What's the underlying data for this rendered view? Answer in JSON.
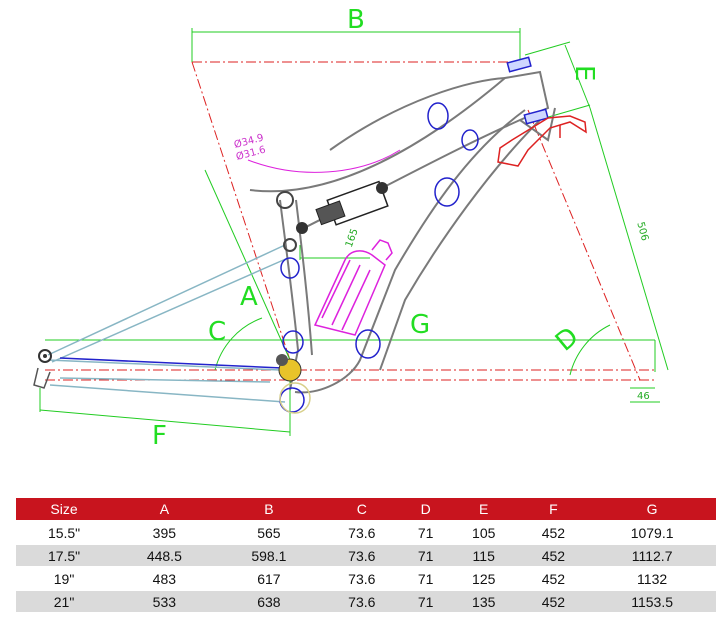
{
  "diagram": {
    "dimension_letters": {
      "A": "A",
      "B": "B",
      "C": "C",
      "D": "D",
      "E": "E",
      "F": "F",
      "G": "G"
    },
    "annotations": {
      "seat_tube_dia_1": "Ø34.9",
      "seat_tube_dia_2": "Ø31.6",
      "shock_length": "165",
      "fork_length": "506",
      "offset": "46"
    }
  },
  "table": {
    "headers": [
      "Size",
      "A",
      "B",
      "C",
      "D",
      "E",
      "F",
      "G"
    ],
    "rows": [
      [
        "15.5\"",
        "395",
        "565",
        "73.6",
        "71",
        "105",
        "452",
        "1079.1"
      ],
      [
        "17.5\"",
        "448.5",
        "598.1",
        "73.6",
        "71",
        "115",
        "452",
        "1112.7"
      ],
      [
        "19\"",
        "483",
        "617",
        "73.6",
        "71",
        "125",
        "452",
        "1132"
      ],
      [
        "21\"",
        "533",
        "638",
        "73.6",
        "71",
        "135",
        "452",
        "1153.5"
      ]
    ]
  },
  "colors": {
    "dimension_green": "#22dd22",
    "frame_grey": "#7a7a7a",
    "header_red": "#c8141e",
    "centerline_red": "#dd2222",
    "bottle_magenta": "#dd22dd",
    "tube_blue": "#2222cc"
  }
}
